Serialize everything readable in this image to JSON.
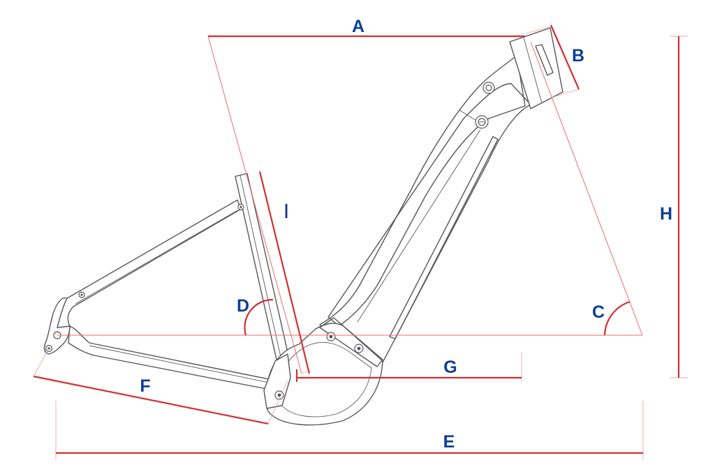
{
  "diagram": {
    "labels": {
      "A": "A",
      "B": "B",
      "C": "C",
      "D": "D",
      "E": "E",
      "F": "F",
      "G": "G",
      "H": "H",
      "I": "I"
    },
    "colors": {
      "label": "#0d3f95",
      "dimension_line": "#d32f2f",
      "guide_line": "#ef6b6b",
      "frame_line": "#55565b"
    }
  }
}
